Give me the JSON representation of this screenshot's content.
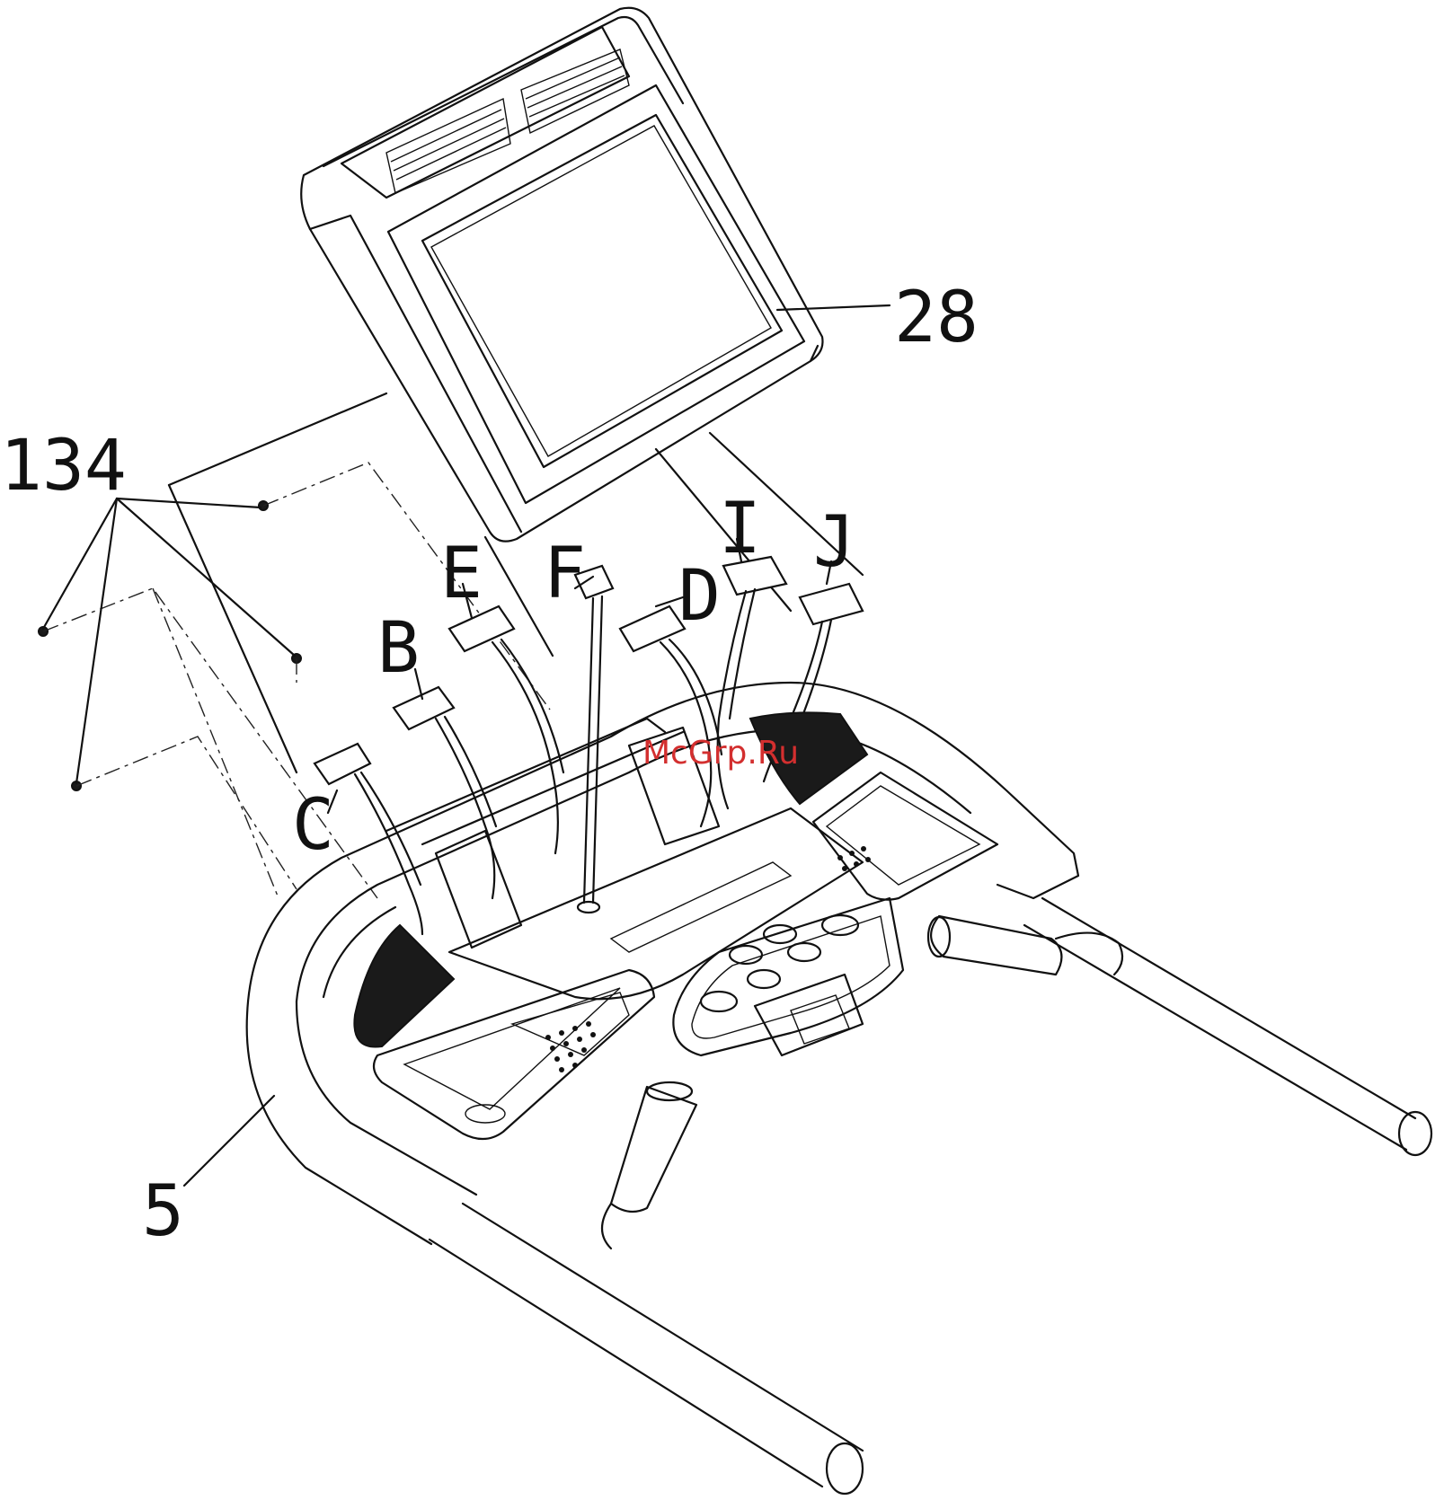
{
  "labels": {
    "part_28": "28",
    "part_134": "134",
    "part_5": "5",
    "conn_b": "B",
    "conn_c": "C",
    "conn_d": "D",
    "conn_e": "E",
    "conn_f": "F",
    "conn_i": "I",
    "conn_j": "J"
  },
  "watermark": "McGrp.Ru",
  "colors": {
    "line": "#111111",
    "watermark": "#d32f2f"
  }
}
